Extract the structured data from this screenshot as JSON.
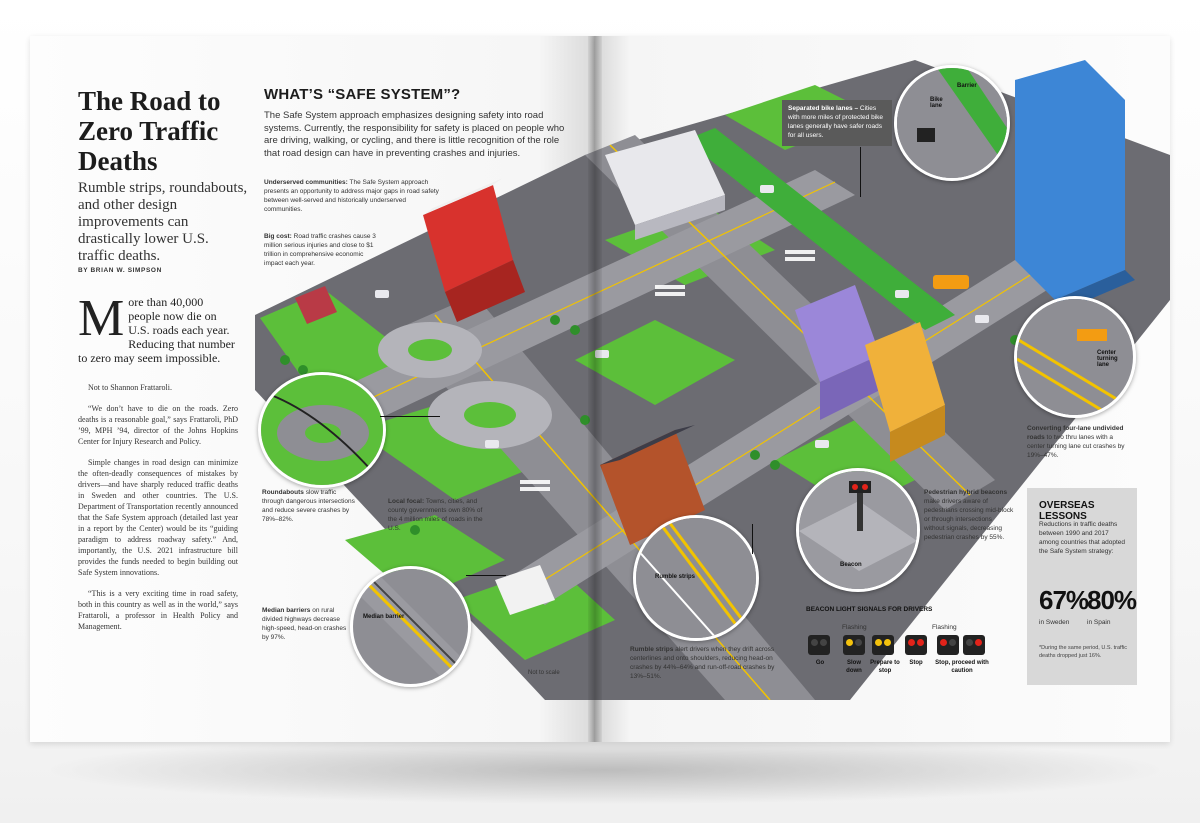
{
  "article": {
    "title": "The Road to Zero Traffic Deaths",
    "subtitle": "Rumble strips, roundabouts, and other design improvements can drastically lower U.S. traffic deaths.",
    "byline": "BY BRIAN W. SIMPSON",
    "lead_dropcap": "M",
    "lead_rest": "ore than 40,000 people now die on U.S. roads each year. Reducing that number to zero may seem impossible.",
    "paragraphs": [
      "Not to Shannon Frattaroli.",
      "“We don’t have to die on the roads. Zero deaths is a reasonable goal,” says Frattaroli, PhD ’99, MPH ’94, director of the Johns Hopkins Center for Injury Research and Policy.",
      "Simple changes in road design can minimize the often-deadly consequences of mistakes by drivers—and have sharply reduced traffic deaths in Sweden and other countries. The U.S. Department of Transportation recently announced that the Safe System approach (detailed last year in a report by the Center) would be its “guiding paradigm to address roadway safety.” And, importantly, the U.S. 2021 infrastructure bill provides the funds needed to begin building out Safe System innovations.",
      "“This is a very exciting time in road safety, both in this country as well as in the world,” says Frattaroli, a professor in Health Policy and Management."
    ]
  },
  "infographic": {
    "heading": "WHAT’S “SAFE SYSTEM”?",
    "intro": "The Safe System approach emphasizes designing safety into road systems. Currently, the responsibility for safety is placed on people who are driving, walking, or cycling, and there is little recognition of the role that road design can have in preventing crashes and injuries.",
    "notes": {
      "underserved_bold": "Underserved communities:",
      "underserved": " The Safe System approach presents an opportunity to address major gaps in road safety between well-served and historically underserved communities.",
      "bigcost_bold": "Big cost:",
      "bigcost": " Road traffic crashes cause 3 million serious injuries and close to $1 trillion in comprehensive economic impact each year.",
      "roundabouts_bold": "Roundabouts",
      "roundabouts": " slow traffic through dangerous intersections and reduce severe crashes by 78%–82%.",
      "localfocal_bold": "Local focal:",
      "localfocal": " Towns, cities, and county governments own 80% of the 4 million miles of roads in the U.S.",
      "median_bold": "Median barriers",
      "median": " on rural divided highways decrease high-speed, head-on crashes by 97%.",
      "rumble_bold": "Rumble strips",
      "rumble": " alert drivers when they drift across centerlines and onto shoulders, reducing head-on crashes by 44%–64% and run-off-road crashes by 13%–51%.",
      "separated_bold": "Separated bike lanes –",
      "separated": " Cities with more miles of protected bike lanes generally have safer roads for all users.",
      "converting_bold": "Converting four-lane undivided roads",
      "converting": " to two thru lanes with a center turning lane cut crashes by 19%–47%.",
      "pedestrian_bold": "Pedestrian hybrid beacons",
      "pedestrian": " make drivers aware of pedestrians crossing mid-block or through intersections without signals, decreasing pedestrian crashes by 55%."
    },
    "inset_labels": {
      "barrier": "Barrier",
      "bike_lane": "Bike lane",
      "center_turning": "Center turning lane",
      "median_barrier": "Median barrier",
      "rumble_strips": "Rumble strips",
      "beacon": "Beacon"
    },
    "not_to_scale": "Not to scale",
    "beacon_signals": {
      "heading": "BEACON LIGHT SIGNALS FOR DRIVERS",
      "flashing_1": "Flashing",
      "flashing_2": "Flashing",
      "labels": [
        "Go",
        "Slow down",
        "Prepare to stop",
        "Stop",
        "Stop, proceed with caution"
      ]
    },
    "overseas": {
      "heading": "OVERSEAS LESSONS",
      "text": "Reductions in traffic deaths between 1990 and 2017 among countries that adopted the Safe System strategy:",
      "sweden_value": "67%",
      "sweden_label": "in Sweden",
      "spain_value": "80%",
      "spain_label": "in Spain",
      "footnote": "*During the same period, U.S. traffic deaths dropped just 16%."
    }
  },
  "colors": {
    "grass": "#5cbf3a",
    "road": "#8e8e94",
    "road_light": "#b4b4ba",
    "lane_yellow": "#f2c300",
    "bike_lane": "#3fae3a",
    "signal_red": "#e2231a",
    "signal_yellow": "#f4c20d"
  }
}
